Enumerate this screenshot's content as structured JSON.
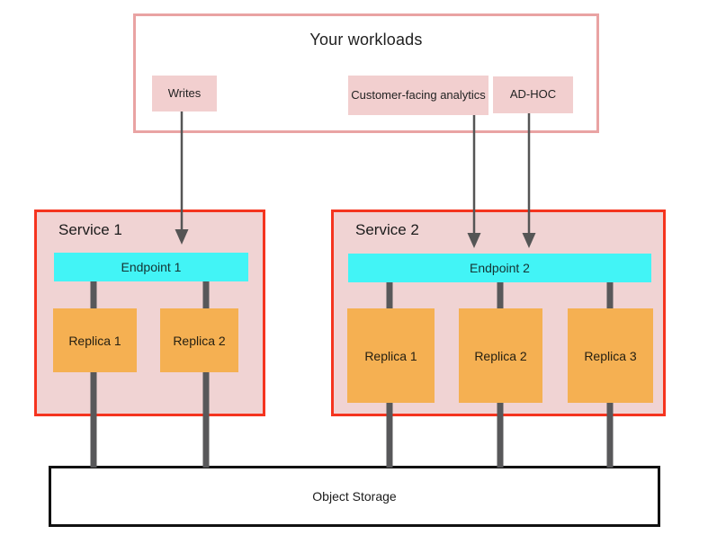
{
  "colors": {
    "workloads_border": "#e9a3a3",
    "chip_fill": "#f2cfcf",
    "service_border": "#f5341f",
    "service_fill": "#f0d3d3",
    "endpoint_fill": "#42f4f6",
    "replica_fill": "#f5b052",
    "connector_gray": "#58585a",
    "arrow_gray": "#555555",
    "storage_border": "#111111",
    "text": "#1f1f1f"
  },
  "workloads": {
    "title": "Your workloads",
    "items": [
      {
        "label": "Writes"
      },
      {
        "label": "Customer-facing analytics"
      },
      {
        "label": "AD-HOC"
      }
    ]
  },
  "services": [
    {
      "name": "Service 1",
      "endpoint": "Endpoint 1",
      "replicas": [
        "Replica 1",
        "Replica 2"
      ]
    },
    {
      "name": "Service 2",
      "endpoint": "Endpoint 2",
      "replicas": [
        "Replica 1",
        "Replica 2",
        "Replica 3"
      ]
    }
  ],
  "storage": {
    "label": "Object Storage"
  }
}
